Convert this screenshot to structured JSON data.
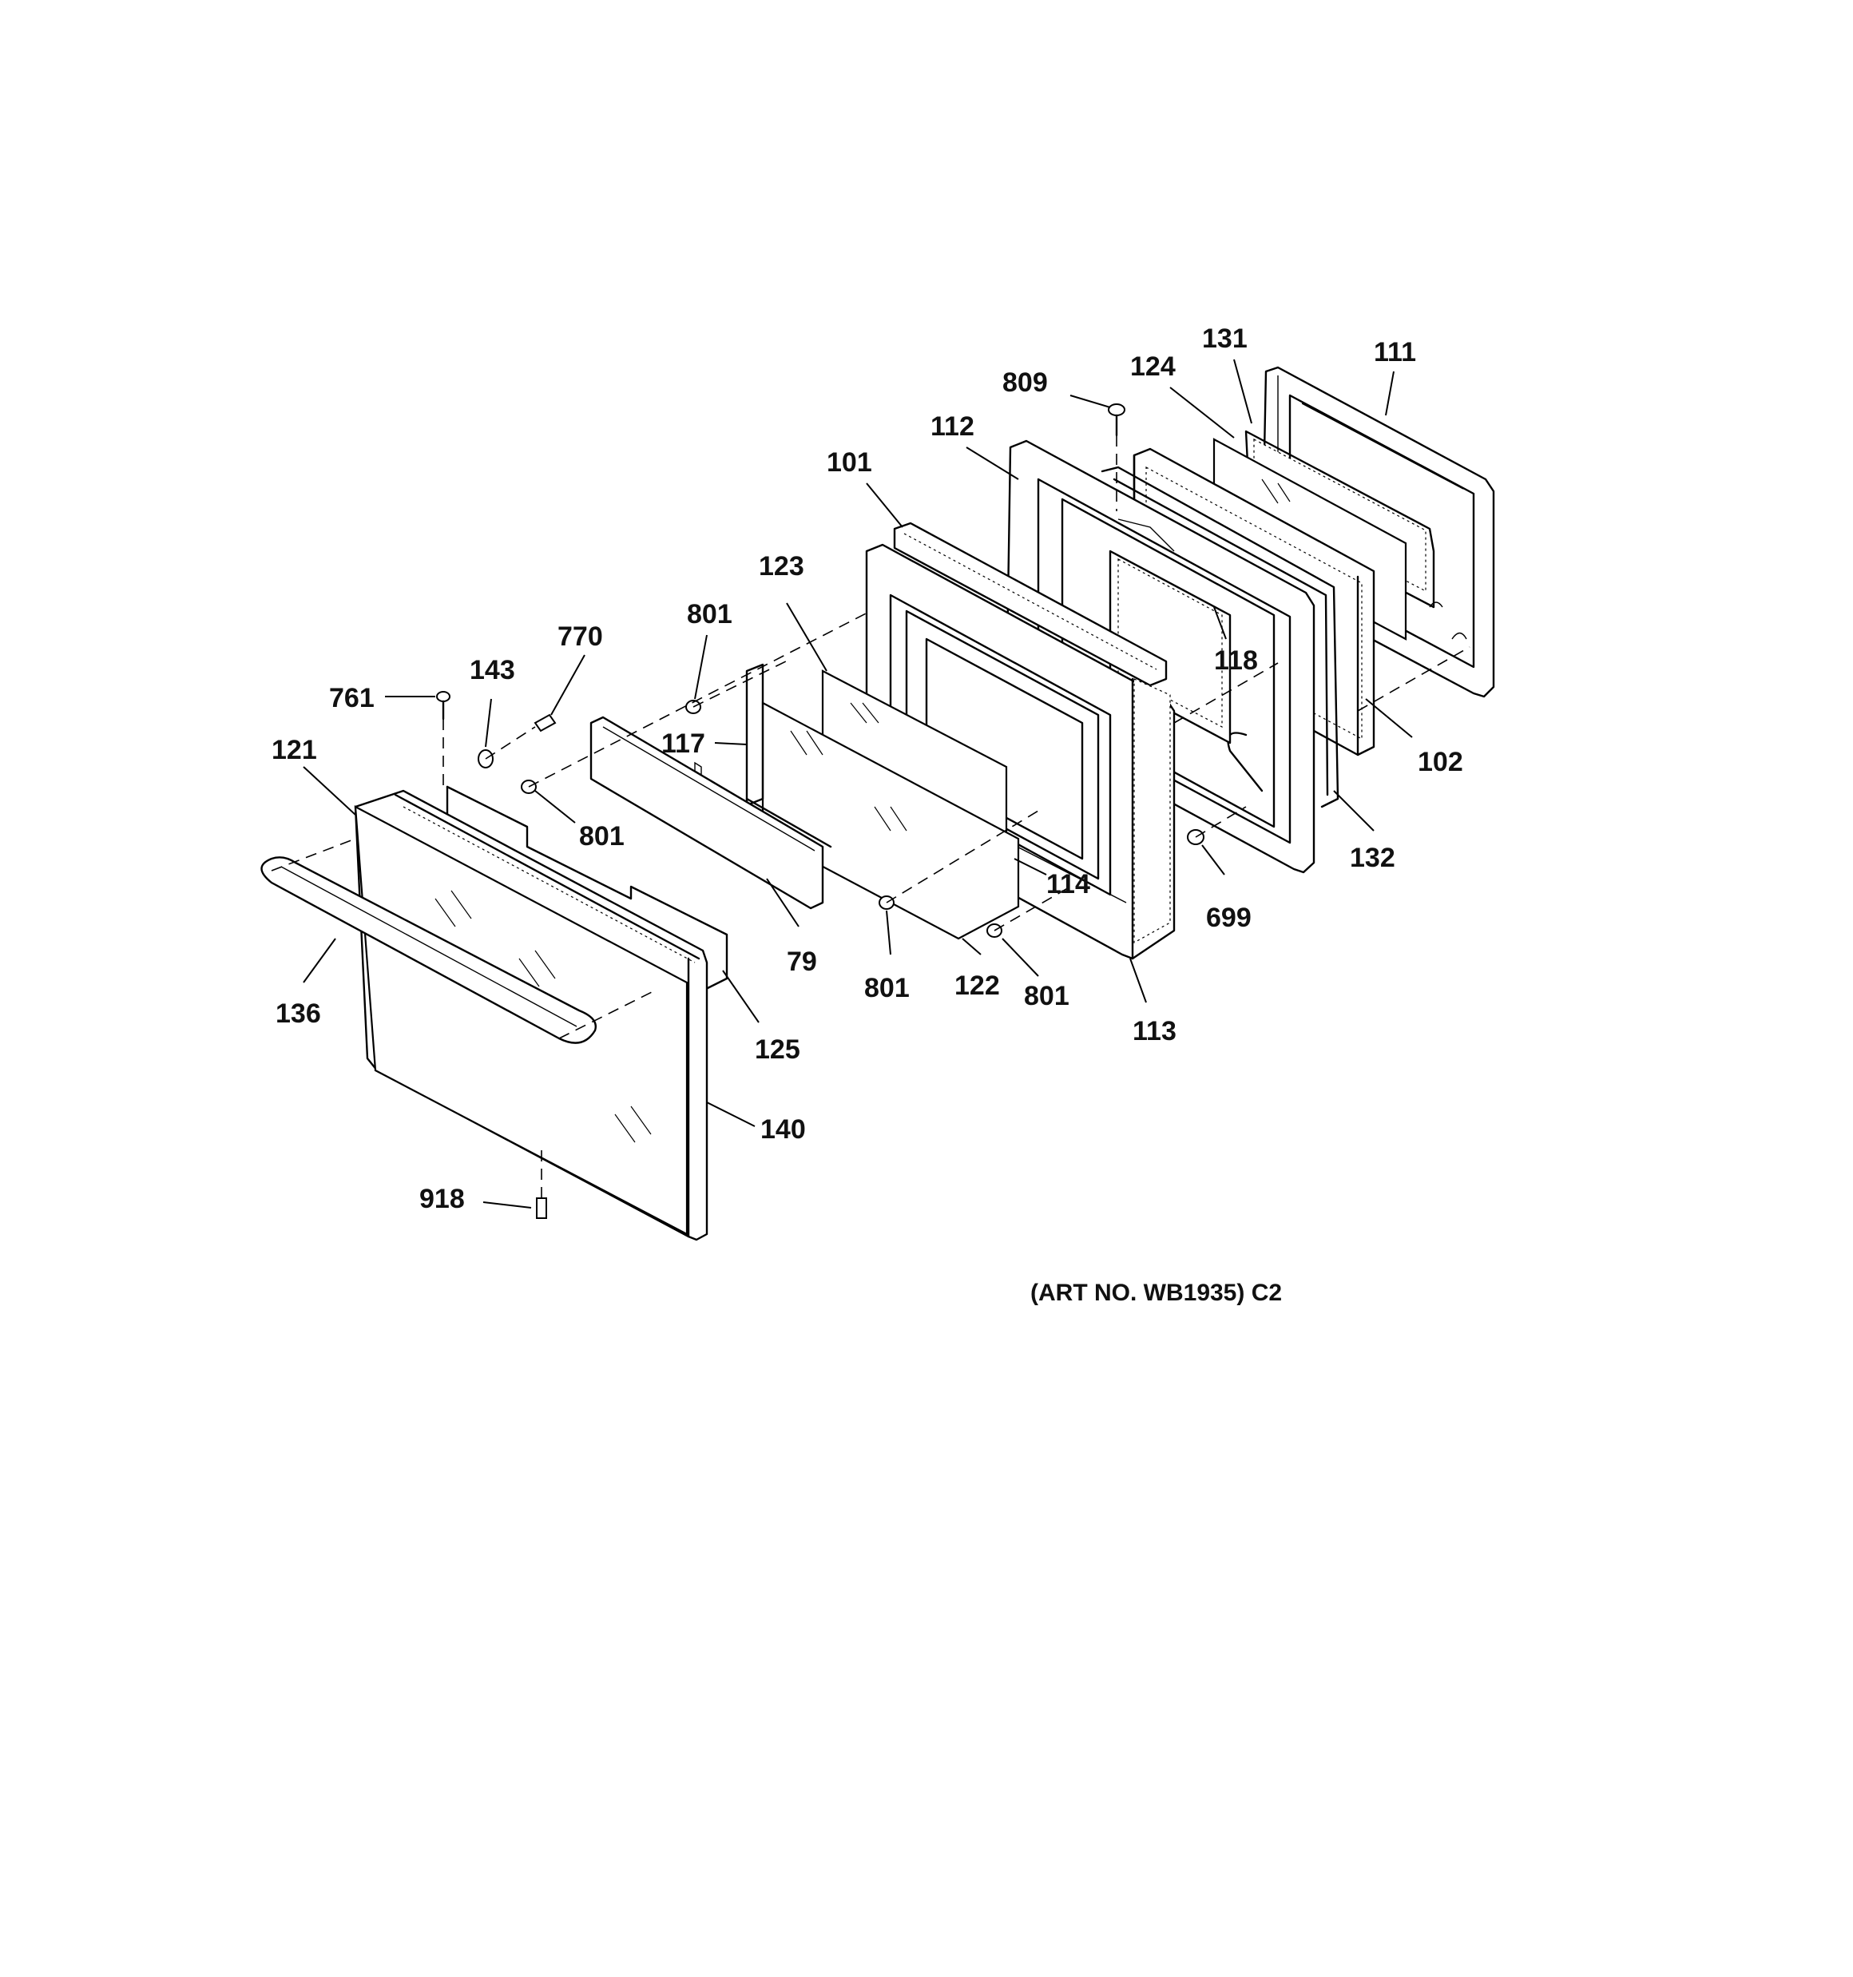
{
  "diagram": {
    "art_number": "(ART NO. WB1935) C2",
    "callouts": [
      {
        "id": "c-111",
        "text": "111"
      },
      {
        "id": "c-131",
        "text": "131"
      },
      {
        "id": "c-124",
        "text": "124"
      },
      {
        "id": "c-809",
        "text": "809"
      },
      {
        "id": "c-112",
        "text": "112"
      },
      {
        "id": "c-101",
        "text": "101"
      },
      {
        "id": "c-123",
        "text": "123"
      },
      {
        "id": "c-801-a",
        "text": "801"
      },
      {
        "id": "c-770",
        "text": "770"
      },
      {
        "id": "c-143",
        "text": "143"
      },
      {
        "id": "c-761",
        "text": "761"
      },
      {
        "id": "c-121",
        "text": "121"
      },
      {
        "id": "c-117",
        "text": "117"
      },
      {
        "id": "c-118",
        "text": "118"
      },
      {
        "id": "c-102",
        "text": "102"
      },
      {
        "id": "c-132",
        "text": "132"
      },
      {
        "id": "c-801-b",
        "text": "801"
      },
      {
        "id": "c-114",
        "text": "114"
      },
      {
        "id": "c-699",
        "text": "699"
      },
      {
        "id": "c-79",
        "text": "79"
      },
      {
        "id": "c-801-c",
        "text": "801"
      },
      {
        "id": "c-122",
        "text": "122"
      },
      {
        "id": "c-801-d",
        "text": "801"
      },
      {
        "id": "c-136",
        "text": "136"
      },
      {
        "id": "c-125",
        "text": "125"
      },
      {
        "id": "c-113",
        "text": "113"
      },
      {
        "id": "c-140",
        "text": "140"
      },
      {
        "id": "c-918",
        "text": "918"
      }
    ]
  }
}
